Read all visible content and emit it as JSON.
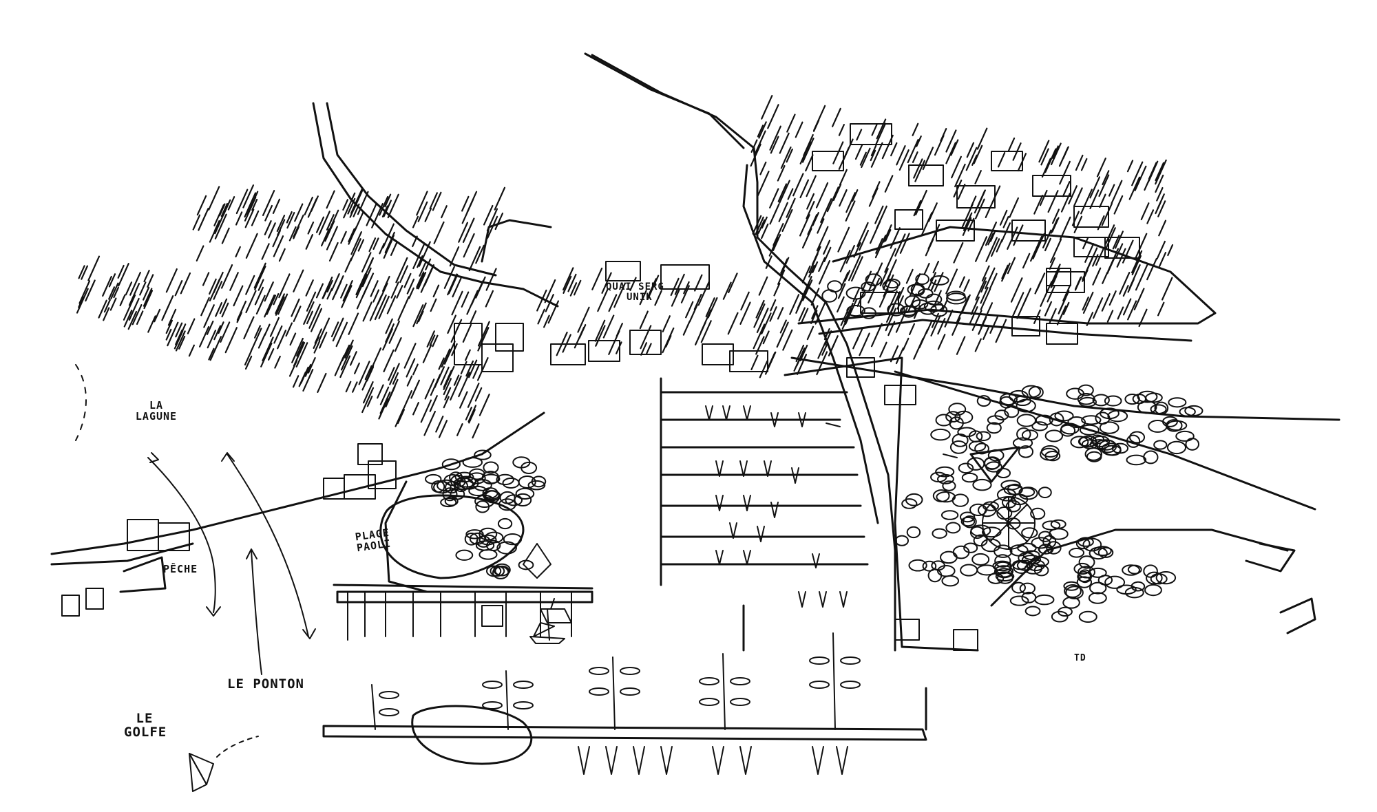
{
  "labels": {
    "la_lagune": "LA LAGUNE",
    "quai_line1": "QUAI SERG",
    "quai_line2": "UNIK",
    "plage_paoli": "PLAGE PAOLI",
    "peche": "PÊCHE",
    "le_ponton": "LE PONTON",
    "le_golfe": "LE GOLFE",
    "signature": "TD"
  },
  "colors": {
    "ink": "#111111",
    "paper": "#ffffff"
  }
}
